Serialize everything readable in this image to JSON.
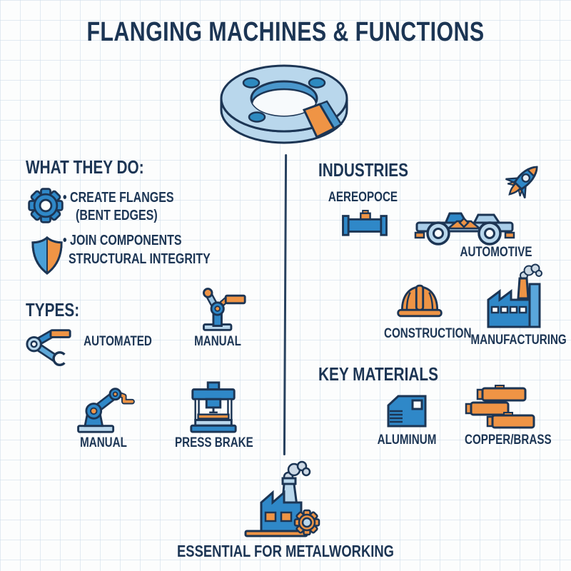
{
  "header": {
    "title": "FLANGING MACHINES & FUNCTIONS"
  },
  "hero": {
    "icon": "flange-icon"
  },
  "what_they_do": {
    "heading": "WHAT THEY DO:",
    "row1": {
      "icon": "gear-icon",
      "line1": "•  CREATE FLANGES",
      "line2": "(BENT EDGES)"
    },
    "row2": {
      "icon": "shield-icon",
      "line1": "•  JOIN COMPONENTS",
      "line2": "STRUCTURAL INTEGRITY"
    }
  },
  "types": {
    "heading": "TYPES:",
    "items": [
      {
        "icon": "robot-arm-icon",
        "label": "AUTOMATED"
      },
      {
        "icon": "lever-machine-icon",
        "label": "MANUAL"
      },
      {
        "icon": "robot-arm-large-icon",
        "label": "MANUAL"
      },
      {
        "icon": "press-brake-icon",
        "label": "PRESS BRAKE"
      }
    ]
  },
  "industries": {
    "heading": "INDUSTRIES",
    "decoration_icon": "rocket-icon",
    "items": [
      {
        "icon": "pipe-flange-icon",
        "label": "AEREOPOCE"
      },
      {
        "icon": "race-car-icon",
        "label": "AUTOMOTIVE"
      },
      {
        "icon": "hard-hat-icon",
        "label": "CONSTRUCTION"
      },
      {
        "icon": "factory-icon",
        "label": "MANUFACTURING"
      }
    ]
  },
  "key_materials": {
    "heading": "KEY MATERIALS",
    "items": [
      {
        "icon": "aluminum-sheet-icon",
        "label": "ALUMINUM"
      },
      {
        "icon": "copper-pipes-icon",
        "label": "COPPER/BRASS"
      }
    ]
  },
  "footer": {
    "icon": "factory-gear-icon",
    "label": "ESSENTIAL FOR METALWORKING"
  },
  "colors": {
    "navy": "#1c3554",
    "blue": "#2f88c8",
    "mid_blue": "#4a97cc",
    "light_blue": "#b9d7ec",
    "orange": "#ef9445",
    "background": "#fcfdfd",
    "grid": "#cbdbe8"
  }
}
